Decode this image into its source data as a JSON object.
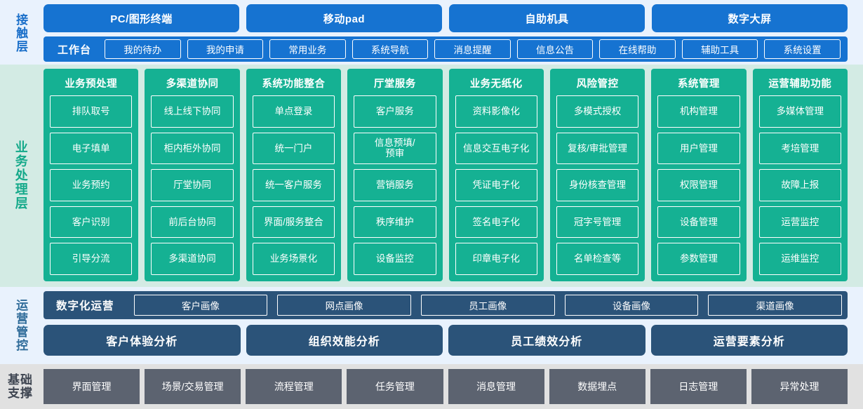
{
  "layers": [
    {
      "id": "contact",
      "label": "接触层",
      "channels": [
        "PC/图形终端",
        "移动pad",
        "自助机具",
        "数字大屏"
      ],
      "workbench_title": "工作台",
      "workbench_items": [
        "我的待办",
        "我的申请",
        "常用业务",
        "系统导航",
        "消息提醒",
        "信息公告",
        "在线帮助",
        "辅助工具",
        "系统设置"
      ]
    },
    {
      "id": "business",
      "label": "业务处理层",
      "columns": [
        {
          "title": "业务预处理",
          "items": [
            "排队取号",
            "电子填单",
            "业务预约",
            "客户识别",
            "引导分流"
          ]
        },
        {
          "title": "多渠道协同",
          "items": [
            "线上线下协同",
            "柜内柜外协同",
            "厅堂协同",
            "前后台协同",
            "多渠道协同"
          ]
        },
        {
          "title": "系统功能整合",
          "items": [
            "单点登录",
            "统一门户",
            "统一客户服务",
            "界面/服务整合",
            "业务场景化"
          ]
        },
        {
          "title": "厅堂服务",
          "items": [
            "客户服务",
            "信息预填/\n预审",
            "营销服务",
            "秩序维护",
            "设备监控"
          ]
        },
        {
          "title": "业务无纸化",
          "items": [
            "资料影像化",
            "信息交互电子化",
            "凭证电子化",
            "签名电子化",
            "印章电子化"
          ]
        },
        {
          "title": "风险管控",
          "items": [
            "多模式授权",
            "复核/审批管理",
            "身份核查管理",
            "冠字号管理",
            "名单检查等"
          ]
        },
        {
          "title": "系统管理",
          "items": [
            "机构管理",
            "用户管理",
            "权限管理",
            "设备管理",
            "参数管理"
          ]
        },
        {
          "title": "运营辅助功能",
          "items": [
            "多媒体管理",
            "考培管理",
            "故障上报",
            "运营监控",
            "运维监控"
          ]
        }
      ]
    },
    {
      "id": "operations",
      "label": "运营管控",
      "digital_title": "数字化运营",
      "portraits": [
        "客户画像",
        "网点画像",
        "员工画像",
        "设备画像",
        "渠道画像"
      ],
      "analyses": [
        "客户体验分析",
        "组织效能分析",
        "员工绩效分析",
        "运营要素分析"
      ]
    },
    {
      "id": "foundation",
      "label": "基础\n支撑",
      "items": [
        "界面管理",
        "场景/交易管理",
        "流程管理",
        "任务管理",
        "消息管理",
        "数据埋点",
        "日志管理",
        "异常处理"
      ]
    }
  ],
  "colors": {
    "contact_bg": "#e9f2fd",
    "contact_accent": "#1673d1",
    "business_bg": "#d3ebe4",
    "business_accent": "#15b193",
    "operations_bg": "#e9f2fd",
    "operations_accent": "#2b5379",
    "foundation_bg": "#e1e1e1",
    "foundation_accent": "#5c6370"
  }
}
